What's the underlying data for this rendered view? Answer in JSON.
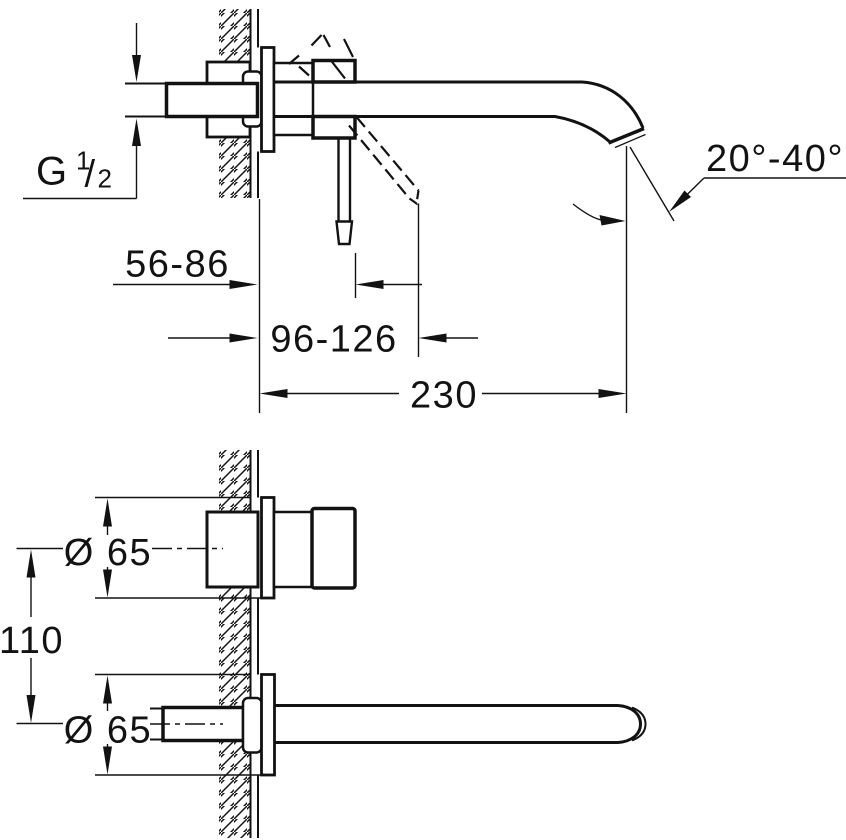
{
  "drawing": {
    "colors": {
      "line": "#121212",
      "background": "#ffffff"
    },
    "labels": {
      "thread_prefix": "G",
      "thread_numerator": "1",
      "thread_slash": "/",
      "thread_denominator": "2",
      "depth_range": "56-86",
      "lever_depth_range": "96-126",
      "spout_reach": "230",
      "spout_angle_range": "20°-40°",
      "top_escutcheon_diameter": "Ø 65",
      "center_distance": "110",
      "bottom_escutcheon_diameter": "Ø 65"
    }
  }
}
